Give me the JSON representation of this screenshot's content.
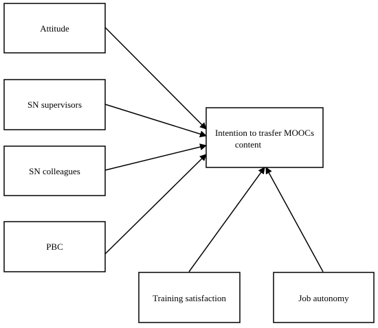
{
  "diagram": {
    "nodes": {
      "attitude": "Attitude",
      "sn_supervisors": "SN supervisors",
      "sn_colleagues": "SN colleagues",
      "pbc": "PBC",
      "intention_line1": "Intention to trasfer MOOCs",
      "intention_line2": "content",
      "training_satisfaction": "Training satisfaction",
      "job_autonomy": "Job autonomy"
    },
    "edges": [
      {
        "from": "Attitude",
        "to": "Intention to trasfer MOOCs content"
      },
      {
        "from": "SN supervisors",
        "to": "Intention to trasfer MOOCs content"
      },
      {
        "from": "SN colleagues",
        "to": "Intention to trasfer MOOCs content"
      },
      {
        "from": "PBC",
        "to": "Intention to trasfer MOOCs content"
      },
      {
        "from": "Training satisfaction",
        "to": "Intention to trasfer MOOCs content"
      },
      {
        "from": "Job autonomy",
        "to": "Intention to trasfer MOOCs content"
      }
    ]
  }
}
